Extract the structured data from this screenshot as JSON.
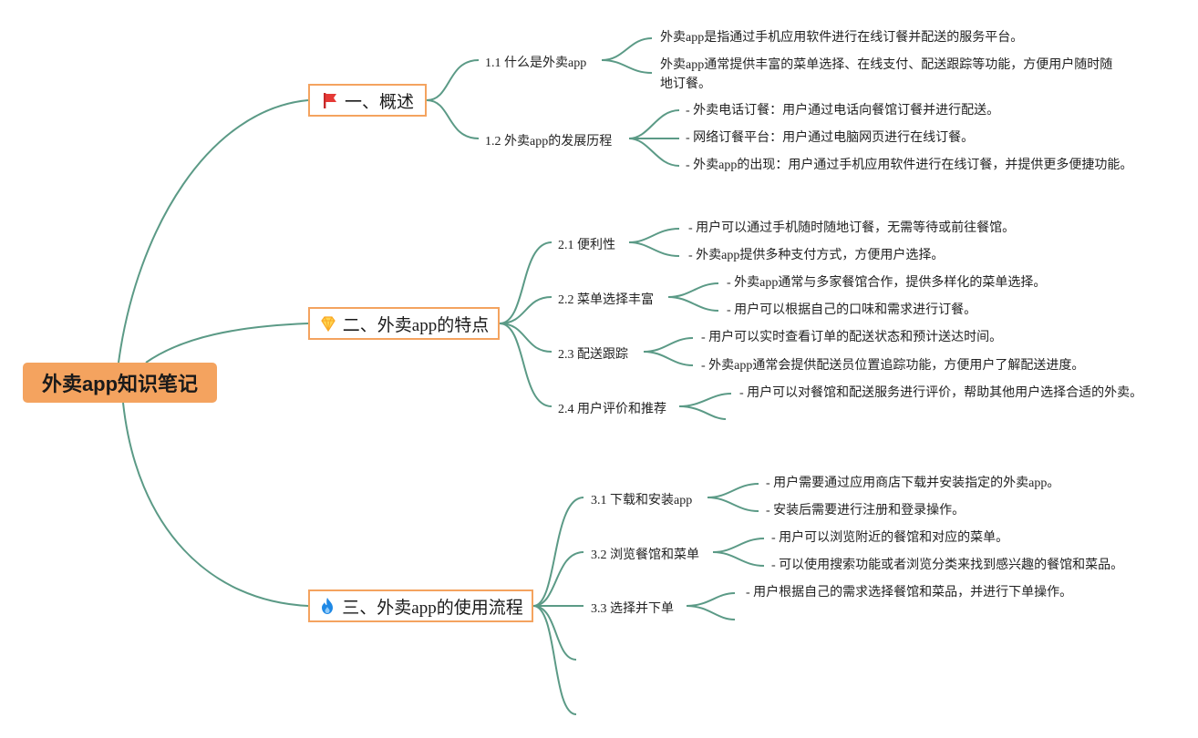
{
  "root": {
    "title": "外卖app知识笔记"
  },
  "sections": [
    {
      "icon": "red-flag-icon",
      "title": "一、概述",
      "topics": [
        {
          "label": "1.1 什么是外卖app",
          "points": [
            "外卖app是指通过手机应用软件进行在线订餐并配送的服务平台。",
            "外卖app通常提供丰富的菜单选择、在线支付、配送跟踪等功能，方便用户随时随地订餐。"
          ]
        },
        {
          "label": "1.2 外卖app的发展历程",
          "points": [
            "- 外卖电话订餐：用户通过电话向餐馆订餐并进行配送。",
            "- 网络订餐平台：用户通过电脑网页进行在线订餐。",
            "- 外卖app的出现：用户通过手机应用软件进行在线订餐，并提供更多便捷功能。"
          ]
        }
      ]
    },
    {
      "icon": "gem-icon",
      "title": "二、外卖app的特点",
      "topics": [
        {
          "label": "2.1 便利性",
          "points": [
            "- 用户可以通过手机随时随地订餐，无需等待或前往餐馆。",
            "- 外卖app提供多种支付方式，方便用户选择。"
          ]
        },
        {
          "label": "2.2 菜单选择丰富",
          "points": [
            "- 外卖app通常与多家餐馆合作，提供多样化的菜单选择。",
            "- 用户可以根据自己的口味和需求进行订餐。"
          ]
        },
        {
          "label": "2.3 配送跟踪",
          "points": [
            "- 用户可以实时查看订单的配送状态和预计送达时间。",
            "- 外卖app通常会提供配送员位置追踪功能，方便用户了解配送进度。"
          ]
        },
        {
          "label": "2.4 用户评价和推荐",
          "points": [
            "- 用户可以对餐馆和配送服务进行评价，帮助其他用户选择合适的外卖。"
          ]
        }
      ]
    },
    {
      "icon": "fire-icon",
      "title": "三、外卖app的使用流程",
      "topics": [
        {
          "label": "3.1 下载和安装app",
          "points": [
            "- 用户需要通过应用商店下载并安装指定的外卖app。",
            "- 安装后需要进行注册和登录操作。"
          ]
        },
        {
          "label": "3.2 浏览餐馆和菜单",
          "points": [
            "- 用户可以浏览附近的餐馆和对应的菜单。",
            "- 可以使用搜索功能或者浏览分类来找到感兴趣的餐馆和菜品。"
          ]
        },
        {
          "label": "3.3 选择并下单",
          "points": [
            "- 用户根据自己的需求选择餐馆和菜品，并进行下单操作。"
          ]
        }
      ]
    }
  ],
  "colors": {
    "branch": "#5b9a86",
    "root_fill": "#f4a35f",
    "main_border": "#f4a35f"
  }
}
